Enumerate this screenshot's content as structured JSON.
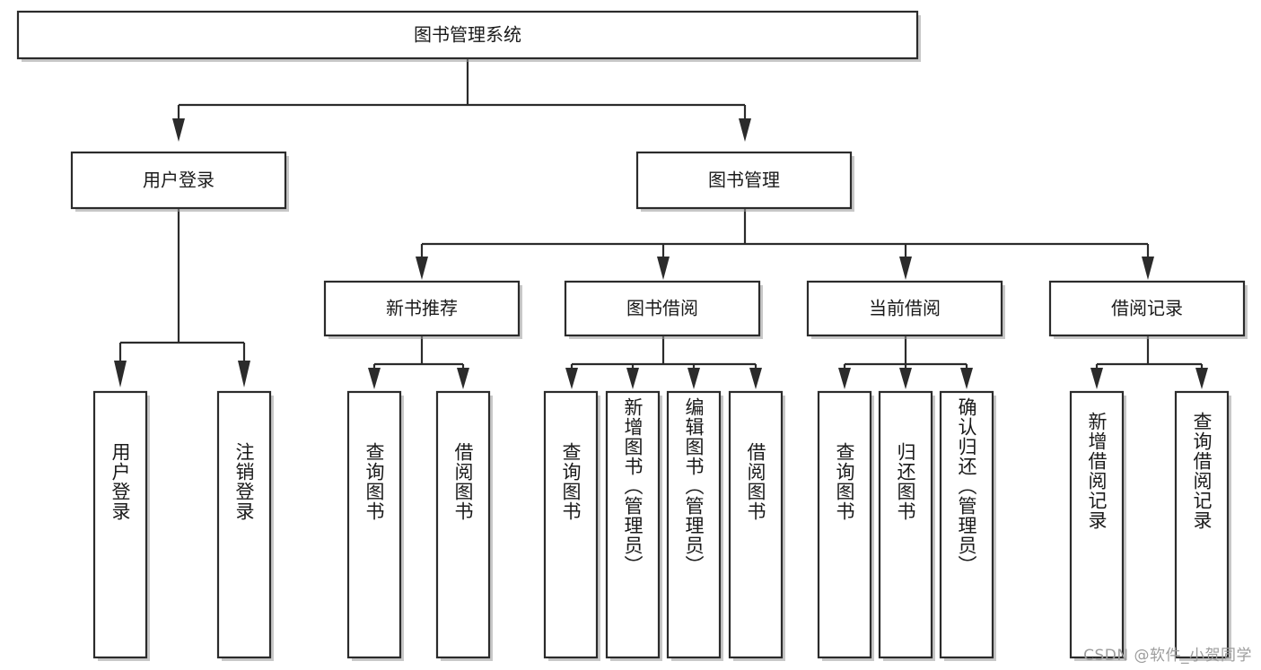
{
  "diagram": {
    "title": "图书管理系统",
    "type": "tree-hierarchy",
    "root": {
      "label": "图书管理系统"
    },
    "level2": [
      {
        "label": "用户登录"
      },
      {
        "label": "图书管理"
      }
    ],
    "level3": [
      {
        "label": "新书推荐"
      },
      {
        "label": "图书借阅"
      },
      {
        "label": "当前借阅"
      },
      {
        "label": "借阅记录"
      }
    ],
    "leaves": {
      "user_login": [
        {
          "label": "用户登录"
        },
        {
          "label": "注销登录"
        }
      ],
      "new_book_recommend": [
        {
          "label": "查询图书"
        },
        {
          "label": "借阅图书"
        }
      ],
      "book_borrow": [
        {
          "label": "查询图书"
        },
        {
          "label": "新增图书（管理员）"
        },
        {
          "label": "编辑图书（管理员）"
        },
        {
          "label": "借阅图书"
        }
      ],
      "current_borrow": [
        {
          "label": "查询图书"
        },
        {
          "label": "归还图书"
        },
        {
          "label": "确认归还（管理员）"
        }
      ],
      "borrow_record": [
        {
          "label": "新增借阅记录"
        },
        {
          "label": "查询借阅记录"
        }
      ]
    }
  },
  "watermark": {
    "text": "CSDN @软件_小贺同学"
  },
  "colors": {
    "stroke": "#2b2b2b",
    "fill": "#ffffff",
    "text": "#1a1a1a",
    "watermark": "#9d9d9d"
  }
}
